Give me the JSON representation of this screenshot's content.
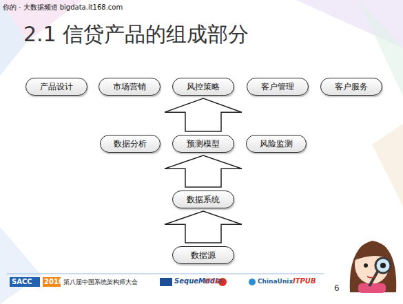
{
  "diagram": {
    "title": "2.1 信贷产品的组成部分",
    "nodes": [
      {
        "text": [
          "产品设计"
        ]
      },
      {
        "text": [
          "市场营销"
        ]
      },
      {
        "text": [
          "风控策略"
        ]
      },
      {
        "text": [
          "客户管理"
        ]
      },
      {
        "text": [
          "客户服务"
        ]
      },
      {
        "text": [
          "数据分析"
        ]
      },
      {
        "text": [
          "预测模型"
        ]
      },
      {
        "text": [
          "风险监测"
        ]
      },
      {
        "text": [
          "数据系统"
        ]
      },
      {
        "text": [
          "数据源"
        ]
      }
    ],
    "edges": [
      {
        "from": 9,
        "to": 8,
        "arrow": "to"
      },
      {
        "from": 8,
        "to": 6,
        "arrow": "to"
      },
      {
        "from": 6,
        "to": 2,
        "arrow": "to"
      }
    ],
    "labels": [
      "你的 · 大数据频道 bigdata.it168.com",
      "SACC",
      "2016",
      "第八届中国系统架构师大会",
      "SequeMedia",
      "IT168",
      "ChinaUnix",
      "ITPUB",
      "6"
    ]
  }
}
